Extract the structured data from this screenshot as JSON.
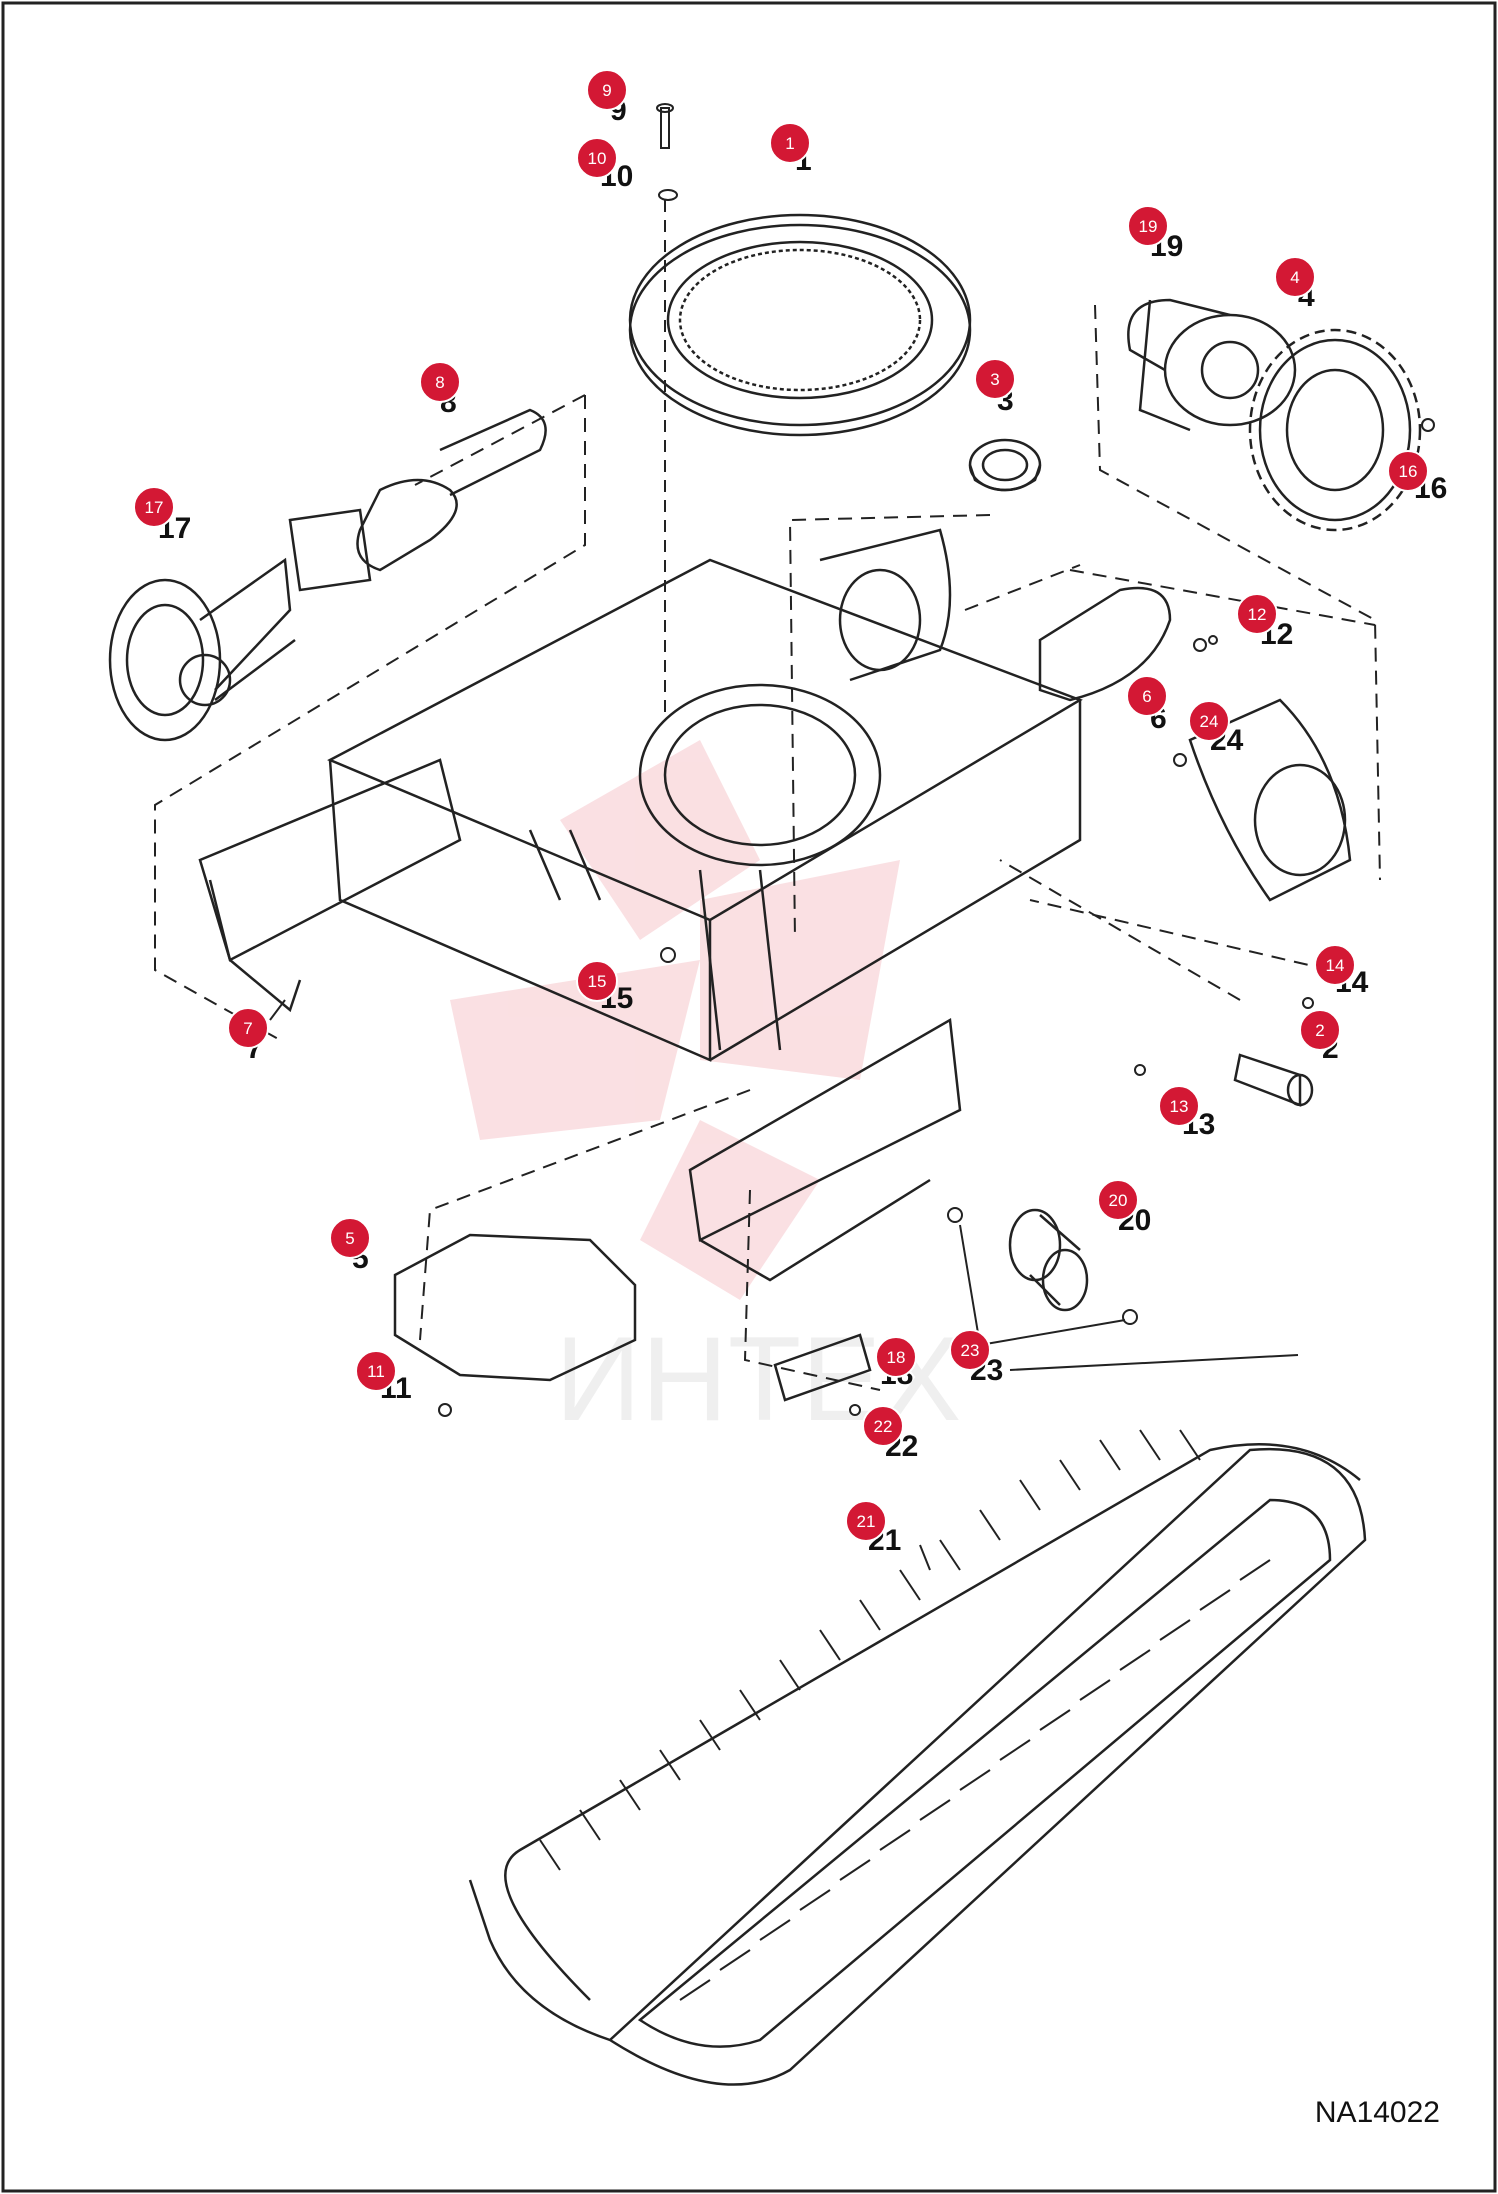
{
  "figure": {
    "reference_code": "NA14022",
    "watermark_text": "ИНТЕХ",
    "accent_color": "#d31834"
  },
  "parts": [
    {
      "id": "1",
      "label": "1"
    },
    {
      "id": "2",
      "label": "2"
    },
    {
      "id": "3",
      "label": "3"
    },
    {
      "id": "4",
      "label": "4"
    },
    {
      "id": "5",
      "label": "5"
    },
    {
      "id": "6",
      "label": "6"
    },
    {
      "id": "7",
      "label": "7"
    },
    {
      "id": "8",
      "label": "8"
    },
    {
      "id": "9",
      "label": "9"
    },
    {
      "id": "10",
      "label": "10"
    },
    {
      "id": "11",
      "label": "11"
    },
    {
      "id": "12",
      "label": "12"
    },
    {
      "id": "13",
      "label": "13"
    },
    {
      "id": "14",
      "label": "14"
    },
    {
      "id": "15",
      "label": "15"
    },
    {
      "id": "16",
      "label": "16"
    },
    {
      "id": "17",
      "label": "17"
    },
    {
      "id": "18",
      "label": "18"
    },
    {
      "id": "19",
      "label": "19"
    },
    {
      "id": "20",
      "label": "20"
    },
    {
      "id": "21",
      "label": "21"
    },
    {
      "id": "22",
      "label": "22"
    },
    {
      "id": "23",
      "label": "23"
    },
    {
      "id": "24",
      "label": "24"
    }
  ]
}
